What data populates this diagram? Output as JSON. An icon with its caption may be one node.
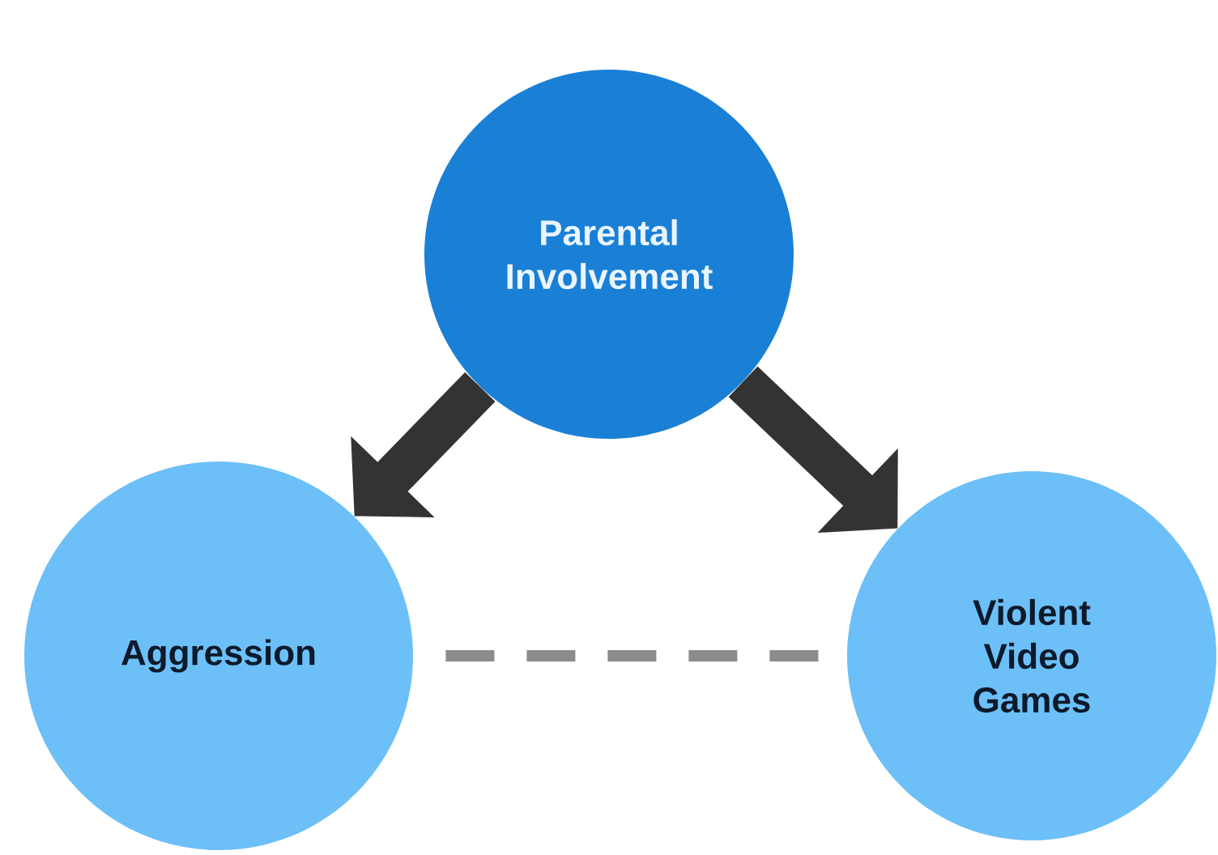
{
  "diagram": {
    "nodes": [
      {
        "text": [
          "Parental Involvement"
        ]
      },
      {
        "text": [
          "Aggression"
        ]
      },
      {
        "text": [
          "Violent Video Games"
        ]
      }
    ],
    "edges": [
      {
        "from": 0,
        "to": 1,
        "arrow": "to"
      },
      {
        "from": 0,
        "to": 2,
        "arrow": "to"
      },
      {
        "from": 1,
        "to": 2,
        "arrow": "none",
        "style": "dashed",
        "color": "#8c8c8c"
      }
    ]
  }
}
